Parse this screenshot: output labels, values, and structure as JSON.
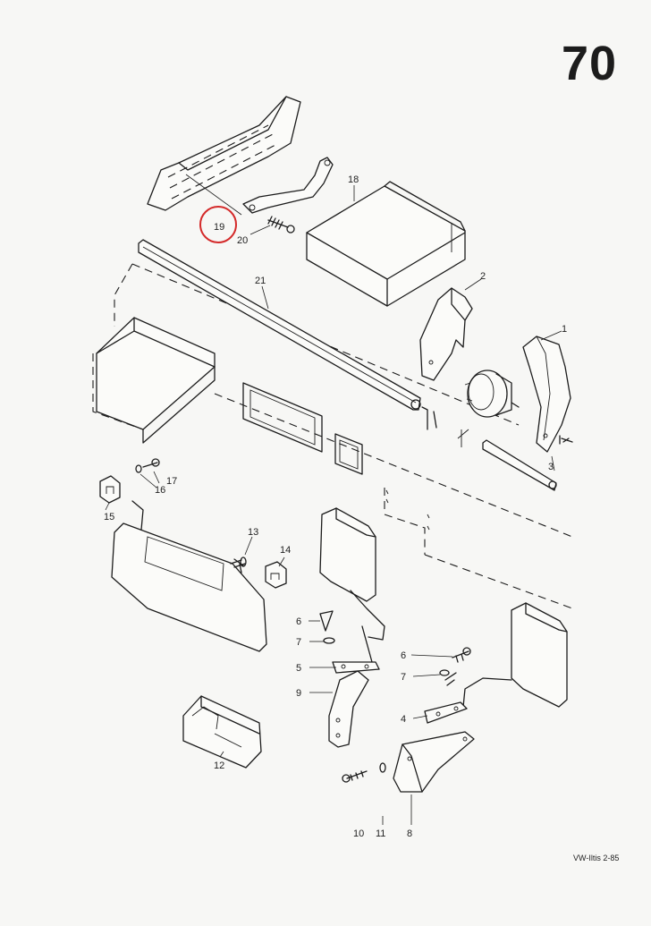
{
  "page_number": "70",
  "footer": "VW-Iltis 2-85",
  "highlight": {
    "label": "19",
    "color": "#d42a2a"
  },
  "callouts": {
    "c1": "1",
    "c2": "2",
    "c3": "3",
    "c4": "4",
    "c5": "5",
    "c5b": "5",
    "c6": "6",
    "c6b": "6",
    "c7": "7",
    "c7b": "7",
    "c8": "8",
    "c9": "9",
    "c10": "10",
    "c11": "11",
    "c12": "12",
    "c13": "13",
    "c14": "14",
    "c15": "15",
    "c16": "16",
    "c17": "17",
    "c18": "18",
    "c20": "20",
    "c21": "21"
  }
}
